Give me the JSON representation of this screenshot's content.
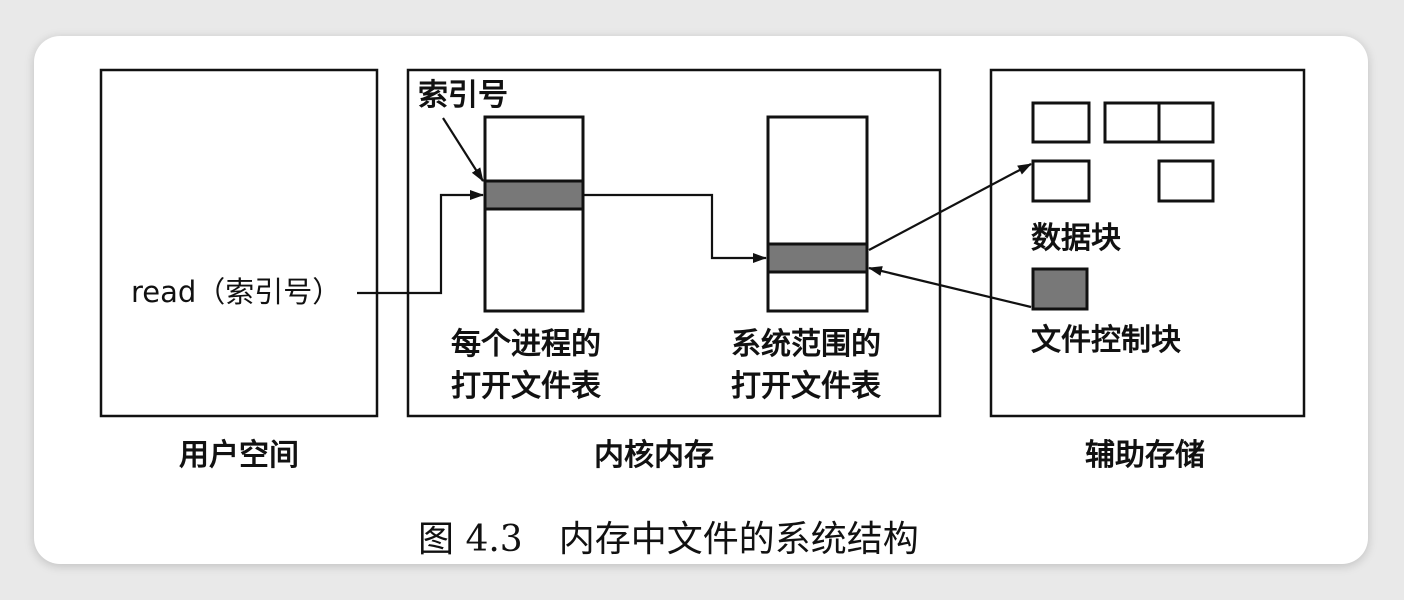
{
  "regions": {
    "user_space": "用户空间",
    "kernel_memory": "内核内存",
    "secondary_storage": "辅助存储"
  },
  "user_space": {
    "call_text": "read（索引号）"
  },
  "kernel_memory": {
    "index_label": "索引号",
    "per_process_table": [
      "每个进程的",
      "打开文件表"
    ],
    "system_wide_table": [
      "系统范围的",
      "打开文件表"
    ]
  },
  "secondary_storage": {
    "data_blocks_label": "数据块",
    "file_control_block_label": "文件控制块"
  },
  "caption": "图 4.3　内存中文件的系统结构",
  "colors": {
    "line": "#111111",
    "highlight_fill": "#787878",
    "background": "#ffffff"
  }
}
